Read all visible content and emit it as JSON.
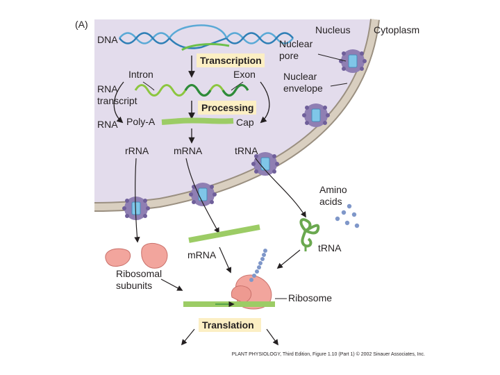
{
  "figure": {
    "panel_label": "(A)",
    "credit": "PLANT PHYSIOLOGY, Third Edition, Figure 1.10 (Part 1)  © 2002 Sinauer Associates, Inc."
  },
  "compartments": {
    "nucleus": "Nucleus",
    "cytoplasm": "Cytoplasm"
  },
  "structures": {
    "nuclear_pore": [
      "Nuclear",
      "pore"
    ],
    "nuclear_envelope": [
      "Nuclear",
      "envelope"
    ]
  },
  "labels": {
    "dna": "DNA",
    "intron": "Intron",
    "exon": "Exon",
    "rna_transcript": [
      "RNA",
      "transcript"
    ],
    "rna": "RNA",
    "poly_a": "Poly-A",
    "cap": "Cap",
    "rrna": "rRNA",
    "mrna_nucleus": "mRNA",
    "trna_nucleus": "tRNA",
    "amino_acids": [
      "Amino",
      "acids"
    ],
    "mrna_cytoplasm": "mRNA",
    "trna_cytoplasm": "tRNA",
    "ribosomal_subunits": [
      "Ribosomal",
      "subunits"
    ],
    "ribosome": "Ribosome"
  },
  "steps": {
    "transcription": "Transcription",
    "processing": "Processing",
    "translation": "Translation"
  },
  "colors": {
    "nucleus_fill": "#e3dcec",
    "envelope": "#d9cfc0",
    "dna_strand": "#5aa9d6",
    "rna_light": "#8cc63f",
    "rna_dark": "#2e8b3a",
    "mrna": "#9ccc65",
    "pore": "#8f7fb3",
    "ribosome": "#f2a59d",
    "amino_acid": "#7f97c9",
    "step_box": "#fcefc4"
  }
}
